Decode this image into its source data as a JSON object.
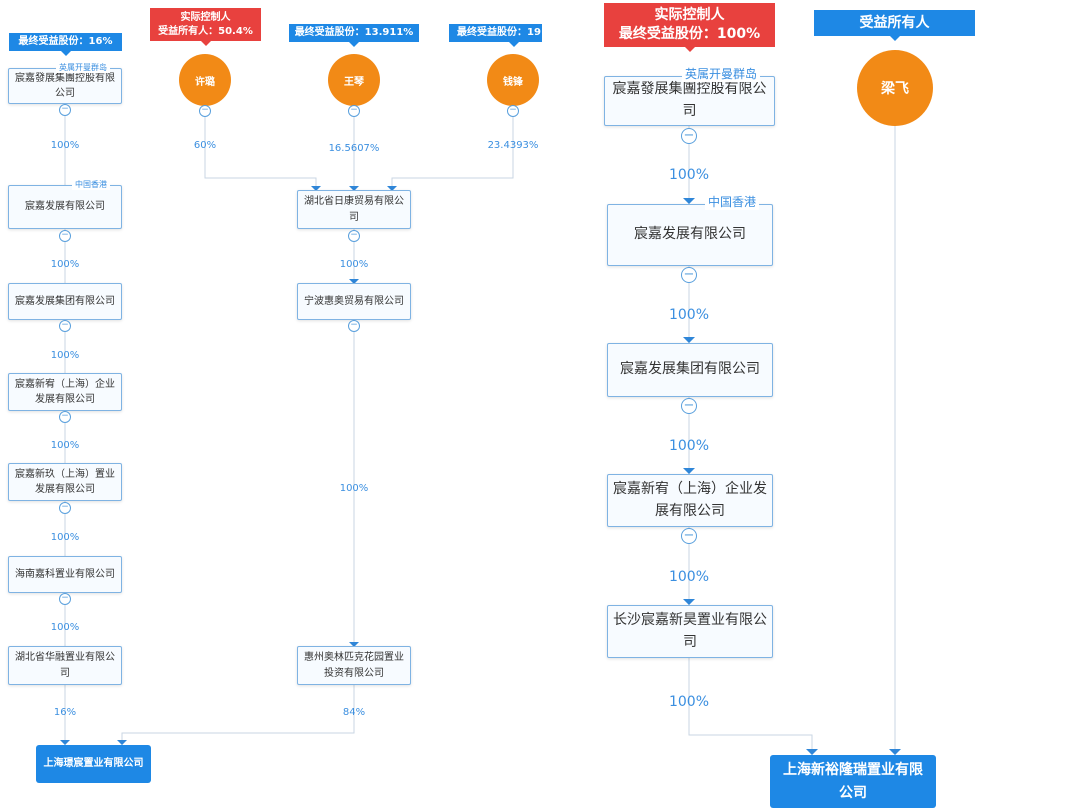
{
  "left_chart": {
    "tags": {
      "chain_top": "最终受益股份：16%",
      "person1": [
        "实际控制人",
        "受益所有人：50.4%"
      ],
      "person2": "最终受益股份：13.911%",
      "person3": "最终受益股份：19"
    },
    "persons": [
      "许璐",
      "王琴",
      "钱锋"
    ],
    "person_pcts": [
      "60%",
      "16.5607%",
      "23.4393%"
    ],
    "chain": [
      {
        "name": "宸嘉發展集團控股有限公司",
        "region": "英属开曼群岛"
      },
      {
        "name": "宸嘉发展有限公司",
        "region": "中国香港"
      },
      {
        "name": "宸嘉发展集团有限公司"
      },
      {
        "name": "宸嘉新宥（上海）企业发展有限公司"
      },
      {
        "name": "宸嘉新玖（上海）置业发展有限公司"
      },
      {
        "name": "海南嘉科置业有限公司"
      },
      {
        "name": "湖北省华融置业有限公司"
      }
    ],
    "chain_pcts": [
      "100%",
      "100%",
      "100%",
      "100%",
      "100%",
      "100%",
      "16%"
    ],
    "middle": [
      {
        "name": "湖北省日康贸易有限公司"
      },
      {
        "name": "宁波惠奥贸易有限公司"
      },
      {
        "name": "惠州奥林匹克花园置业投资有限公司"
      }
    ],
    "middle_pcts": [
      "100%",
      "100%",
      "84%"
    ],
    "target": "上海璟宸置业有限公司"
  },
  "right_chart": {
    "tags": {
      "controller": [
        "实际控制人",
        "最终受益股份：100%"
      ],
      "beneficiary": "受益所有人"
    },
    "person": "梁飞",
    "chain": [
      {
        "name": "宸嘉發展集團控股有限公司",
        "region": "英属开曼群岛"
      },
      {
        "name": "宸嘉发展有限公司",
        "region": "中国香港"
      },
      {
        "name": "宸嘉发展集团有限公司"
      },
      {
        "name": "宸嘉新宥（上海）企业发展有限公司"
      },
      {
        "name": "长沙宸嘉新昊置业有限公司"
      }
    ],
    "chain_pcts": [
      "100%",
      "100%",
      "100%",
      "100%",
      "100%"
    ],
    "target": "上海新裕隆瑞置业有限公司"
  },
  "colors": {
    "accent": "#1e88e5",
    "controller": "#e8413e",
    "person": "#f28a16"
  }
}
